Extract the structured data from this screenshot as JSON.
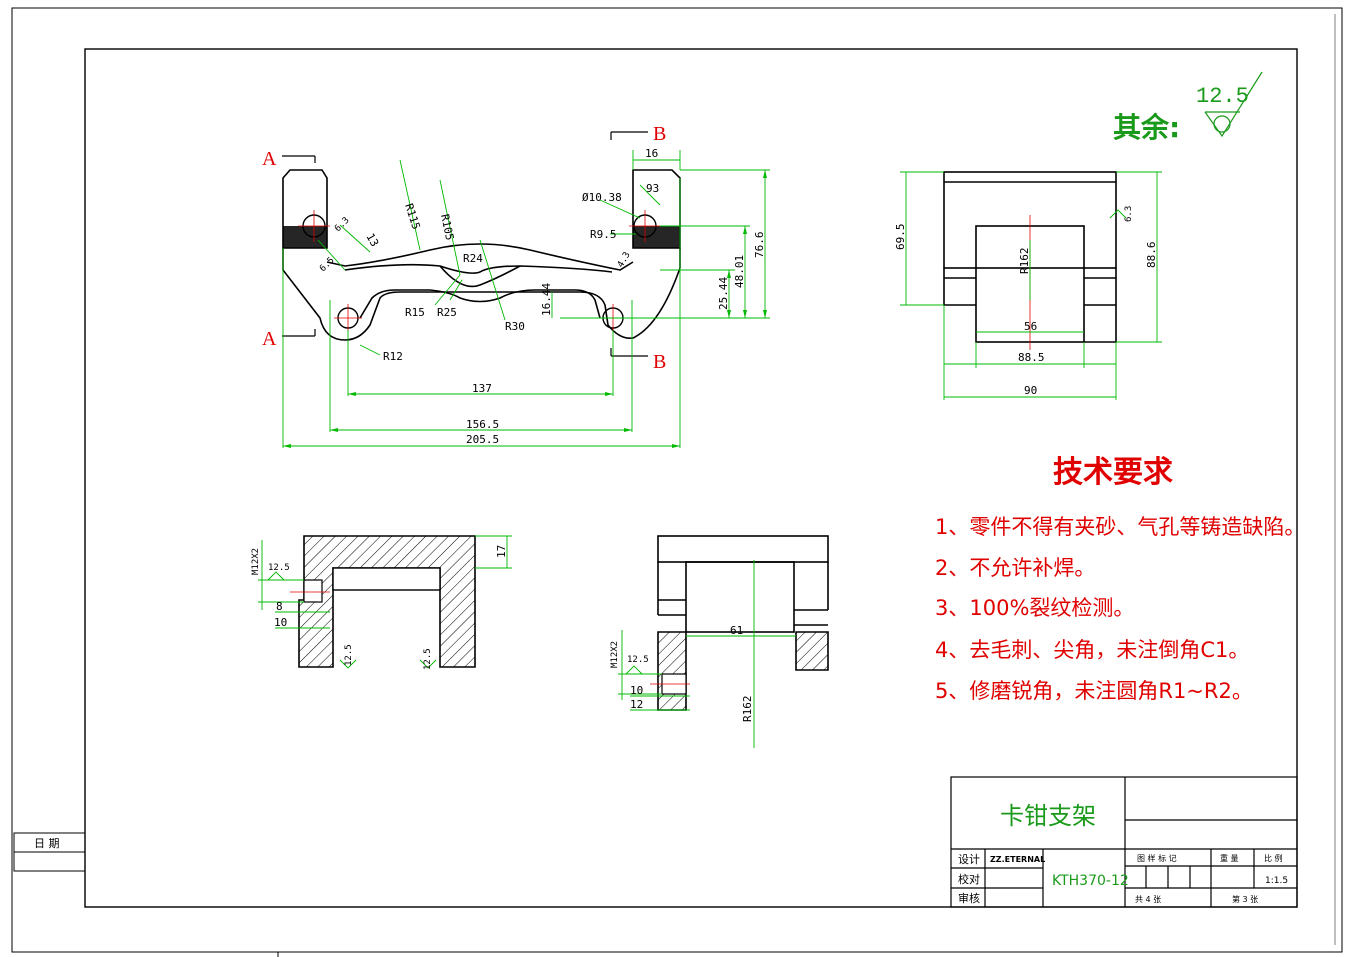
{
  "colors": {
    "frame": "#000000",
    "dim_line": "#00b800",
    "red": "#e00000",
    "green_text": "#1a9a1a",
    "part": "#000000"
  },
  "roughness": {
    "label": "其余:",
    "value": "12.5"
  },
  "section_marks": {
    "a": "A",
    "b": "B"
  },
  "front_view": {
    "dims": {
      "d16": "16",
      "d93": "93",
      "dia": "Ø10.38",
      "r95": "R9.5",
      "d766": "76.6",
      "d4801": "48.01",
      "d2544": "25.44",
      "d1644": "16.44",
      "r115": "R115",
      "r105": "R105",
      "r24": "R24",
      "r15": "R15",
      "r25": "R25",
      "r30": "R30",
      "r12": "R12",
      "d63a": "6.3",
      "d13": "13",
      "d65": "6.5",
      "d43": "4.3",
      "d137": "137",
      "d1565": "156.5",
      "d2055": "205.5"
    }
  },
  "side_view": {
    "dims": {
      "d695": "69.5",
      "r162": "R162",
      "d886": "88.6",
      "d56": "56",
      "d885": "88.5",
      "d90": "90",
      "d63": "6.3"
    }
  },
  "section_a": {
    "dims": {
      "m12": "M12X2",
      "rough1": "12.5",
      "d8": "8",
      "d10": "10",
      "d17": "17",
      "r1": "12.5",
      "r2": "12.5"
    }
  },
  "section_b": {
    "dims": {
      "m12": "M12X2",
      "rough": "12.5",
      "d10": "10",
      "d12": "12",
      "d61": "61",
      "r162": "R162"
    }
  },
  "tech": {
    "title": "技术要求",
    "items": [
      "1、零件不得有夹砂、气孔等铸造缺陷。",
      "2、不允许补焊。",
      "3、100%裂纹检测。",
      "4、去毛刺、尖角，未注倒角C1。",
      "5、修磨锐角，未注圆角R1~R2。"
    ]
  },
  "title_block": {
    "part_name": "卡钳支架",
    "design": "设计",
    "check": "校对",
    "review": "审核",
    "designer": "ZZ.ETERNAL",
    "drawing_no": "KTH370-12",
    "h_mark": "图 样 标 记",
    "h_weight": "重 量",
    "h_scale": "比 例",
    "scale": "1:1.5",
    "total": "共  4  张",
    "sheet": "第  3  张"
  },
  "left_strip": {
    "date": "日  期"
  }
}
